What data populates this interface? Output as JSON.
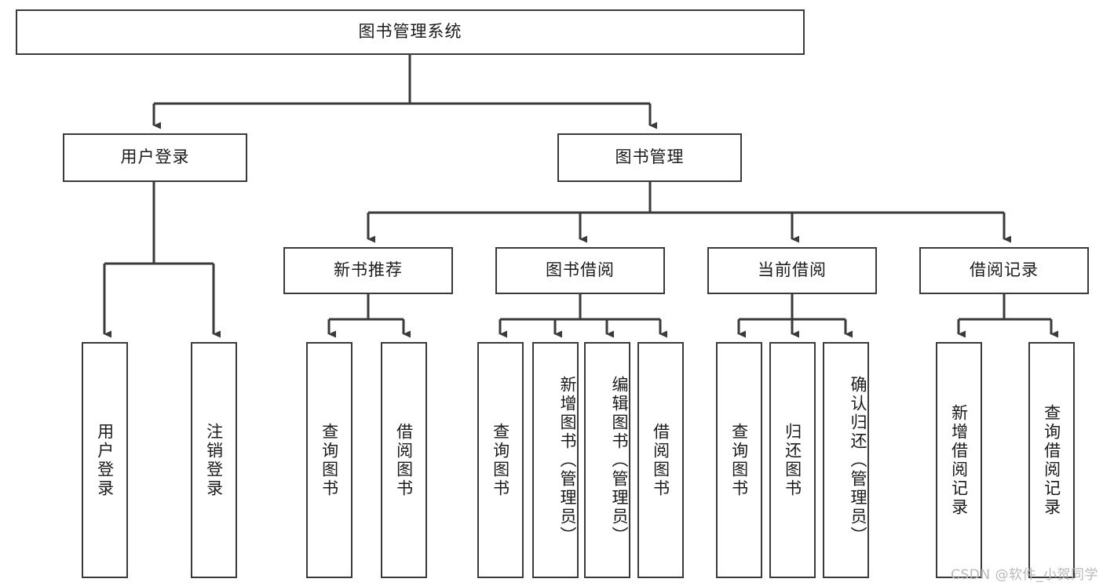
{
  "diagram": {
    "type": "tree-hierarchy",
    "title": "图书管理系统",
    "orientation": "top-down",
    "stroke_color": "#3a3a3a",
    "background_color": "#ffffff",
    "text_color": "#1b1b1b",
    "nodes": {
      "root": {
        "label": "图书管理系统"
      },
      "level2": [
        {
          "label": "用户登录"
        },
        {
          "label": "图书管理"
        }
      ],
      "level3": [
        {
          "label": "新书推荐"
        },
        {
          "label": "图书借阅"
        },
        {
          "label": "当前借阅"
        },
        {
          "label": "借阅记录"
        }
      ],
      "leaves": {
        "user_login": [
          {
            "label": "用户登录"
          },
          {
            "label": "注销登录"
          }
        ],
        "new_book": [
          {
            "label": "查询图书"
          },
          {
            "label": "借阅图书"
          }
        ],
        "borrow_book": [
          {
            "label": "查询图书"
          },
          {
            "label": "新增图书（管理员）"
          },
          {
            "label": "编辑图书（管理员）"
          },
          {
            "label": "借阅图书"
          }
        ],
        "current_borrow": [
          {
            "label": "查询图书"
          },
          {
            "label": "归还图书"
          },
          {
            "label": "确认归还（管理员）"
          }
        ],
        "borrow_record": [
          {
            "label": "新增借阅记录"
          },
          {
            "label": "查询借阅记录"
          }
        ]
      }
    }
  },
  "watermark": {
    "text": "CSDN @软件_小贺同学",
    "color": "#b9b9b9"
  }
}
